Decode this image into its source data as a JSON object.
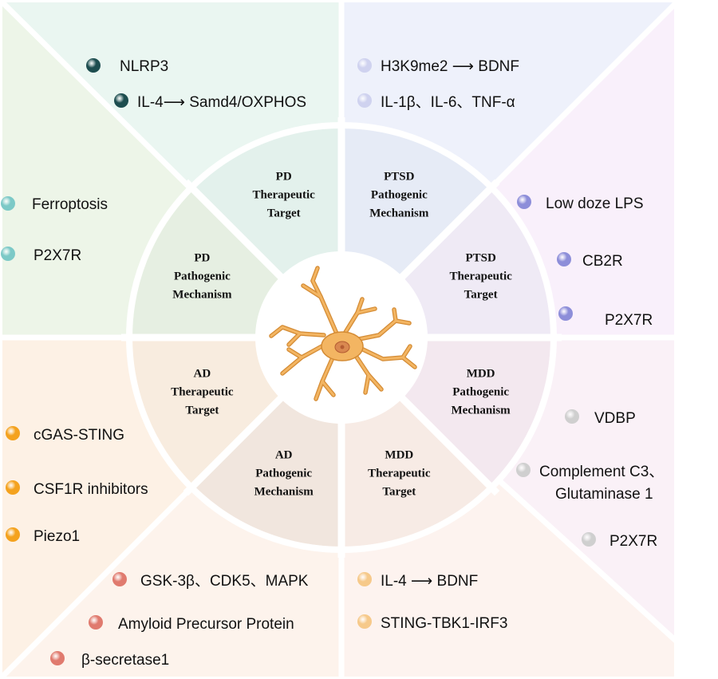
{
  "segments": [
    {
      "id": "pd-target",
      "lines": [
        "PD",
        "Therapeutic",
        "Target"
      ],
      "color": "#e3f1ec"
    },
    {
      "id": "ptsd-mech",
      "lines": [
        "PTSD",
        "Pathogenic",
        "Mechanism"
      ],
      "color": "#e6ebf6"
    },
    {
      "id": "ptsd-target",
      "lines": [
        "PTSD",
        "Therapeutic",
        "Target"
      ],
      "color": "#efeaf5"
    },
    {
      "id": "mdd-mech",
      "lines": [
        "MDD",
        "Pathogenic",
        "Mechanism"
      ],
      "color": "#f3e8ef"
    },
    {
      "id": "mdd-target",
      "lines": [
        "MDD",
        "Therapeutic",
        "Target"
      ],
      "color": "#f7ebe5"
    },
    {
      "id": "ad-mech",
      "lines": [
        "AD",
        "Pathogenic",
        "Mechanism"
      ],
      "color": "#f1e6de"
    },
    {
      "id": "ad-target",
      "lines": [
        "AD",
        "Therapeutic",
        "Target"
      ],
      "color": "#f8ecdf"
    },
    {
      "id": "pd-mech",
      "lines": [
        "PD",
        "Pathogenic",
        "Mechanism"
      ],
      "color": "#e6efe2"
    }
  ],
  "regions": [
    {
      "id": "pd-target",
      "color": "#eaf6f1"
    },
    {
      "id": "ptsd-mech",
      "color": "#eef1fb"
    },
    {
      "id": "ptsd-target",
      "color": "#f9f0fb"
    },
    {
      "id": "mdd-mech",
      "color": "#faf1f7"
    },
    {
      "id": "mdd-target",
      "color": "#fdf3ef"
    },
    {
      "id": "ad-mech",
      "color": "#fdf3ec"
    },
    {
      "id": "ad-target",
      "color": "#fdf1e5"
    },
    {
      "id": "pd-mech",
      "color": "#edf5e8"
    }
  ],
  "items": [
    {
      "group": "pd-target",
      "text": "NLRP3",
      "dot": "#1d4d4f"
    },
    {
      "group": "pd-target",
      "text": "IL-4⟶  Samd4/OXPHOS",
      "dot": "#1d4d4f"
    },
    {
      "group": "ptsd-mech",
      "text": "H3K9me2 ⟶ BDNF",
      "dot": "#cfd2ef"
    },
    {
      "group": "ptsd-mech",
      "text": "IL-1β、IL-6、TNF-α",
      "dot": "#cfd2ef"
    },
    {
      "group": "ptsd-target",
      "text": "Low doze LPS",
      "dot": "#8d8ed9"
    },
    {
      "group": "ptsd-target",
      "text": "CB2R",
      "dot": "#8d8ed9"
    },
    {
      "group": "ptsd-target",
      "text": "P2X7R",
      "dot": "#8d8ed9"
    },
    {
      "group": "pd-mech",
      "text": "Ferroptosis",
      "dot": "#7cc9c7"
    },
    {
      "group": "pd-mech",
      "text": "P2X7R",
      "dot": "#7cc9c7"
    },
    {
      "group": "mdd-mech",
      "text": "VDBP",
      "dot": "#cfcfcf"
    },
    {
      "group": "mdd-mech",
      "text": "Complement C3、",
      "dot": "#cfcfcf"
    },
    {
      "group": "mdd-mech",
      "text": "Glutaminase 1",
      "dot": ""
    },
    {
      "group": "mdd-mech",
      "text": "P2X7R",
      "dot": "#cfcfcf"
    },
    {
      "group": "ad-target",
      "text": "cGAS-STING",
      "dot": "#f4a21e"
    },
    {
      "group": "ad-target",
      "text": "CSF1R inhibitors",
      "dot": "#f4a21e"
    },
    {
      "group": "ad-target",
      "text": "Piezo1",
      "dot": "#f4a21e"
    },
    {
      "group": "ad-mech",
      "text": "GSK-3β、CDK5、MAPK",
      "dot": "#e07a6e"
    },
    {
      "group": "ad-mech",
      "text": "Amyloid Precursor Protein",
      "dot": "#e07a6e"
    },
    {
      "group": "ad-mech",
      "text": "β-secretase1",
      "dot": "#e07a6e"
    },
    {
      "group": "mdd-target",
      "text": "IL-4  ⟶    BDNF",
      "dot": "#f6c98a"
    },
    {
      "group": "mdd-target",
      "text": "STING-TBK1-IRF3",
      "dot": "#f6c98a"
    }
  ],
  "neuron": {
    "body": "#f3b562",
    "outline": "#d48b34",
    "nucleus": "#d98850",
    "nucleolus": "#b45c32"
  }
}
